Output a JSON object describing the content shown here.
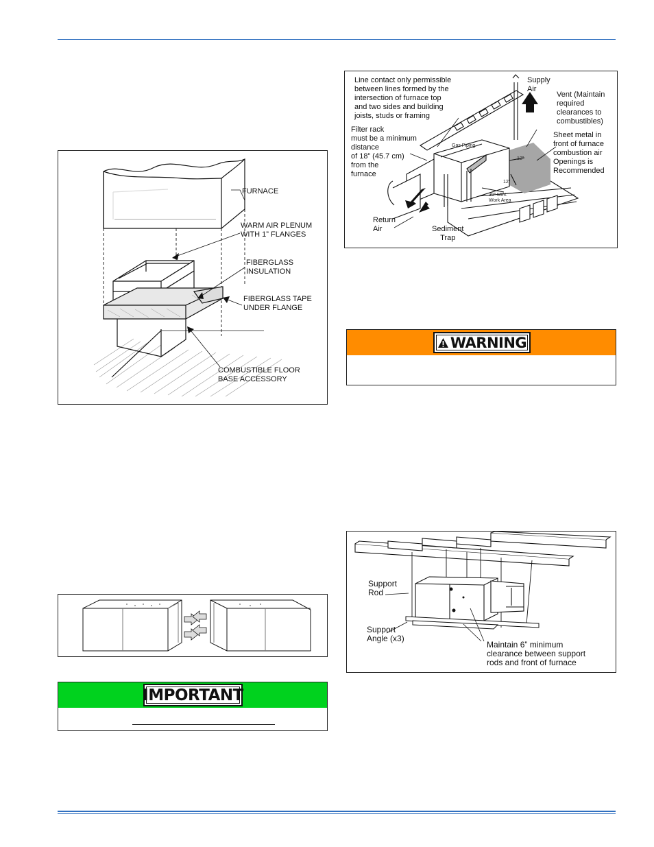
{
  "colors": {
    "rule": "#2f6fc0",
    "warning": "#ff8c00",
    "important": "#00d21e"
  },
  "plenum_figure": {
    "furnace": "FURNACE",
    "plenum": "WARM AIR PLENUM\nWITH 1” FLANGES",
    "insulation": "FIBERGLASS\nINSULATION",
    "tape": "FIBERGLASS TAPE\nUNDER FLANGE",
    "floor_base": "COMBUSTIBLE FLOOR\nBASE ACCESSORY"
  },
  "attic_figure": {
    "line_contact": "Line contact only permissible\nbetween lines formed by the\nintersection of furnace top\nand two sides and building\njoists, studs or framing",
    "supply_air": "Supply\nAir",
    "vent": "Vent (Maintain\nrequired\nclearances to\ncombustibles)",
    "filter_rack": "Filter rack\nmust be a minimum\ndistance\nof 18” (45.7 cm)\nfrom the\nfurnace",
    "sheet_metal": "Sheet metal in\nfront of furnace\ncombustion air\nOpenings is\nRecommended",
    "gas_piping": "Gas Piping",
    "dim_12a": "12”",
    "dim_12b": "12”",
    "work_area": "30” MIN.\nWork Area",
    "return_air": "Return\nAir",
    "sediment_trap": "Sediment\nTrap"
  },
  "warning": {
    "label": "WARNING",
    "icon": "warning-triangle-icon"
  },
  "suspension_figure": {
    "support_rod": "Support\nRod",
    "support_angle": "Support\nAngle (x3)",
    "clearance": "Maintain 6” minimum\nclearance between support\nrods and front of furnace"
  },
  "important": {
    "label": "IMPORTANT"
  }
}
